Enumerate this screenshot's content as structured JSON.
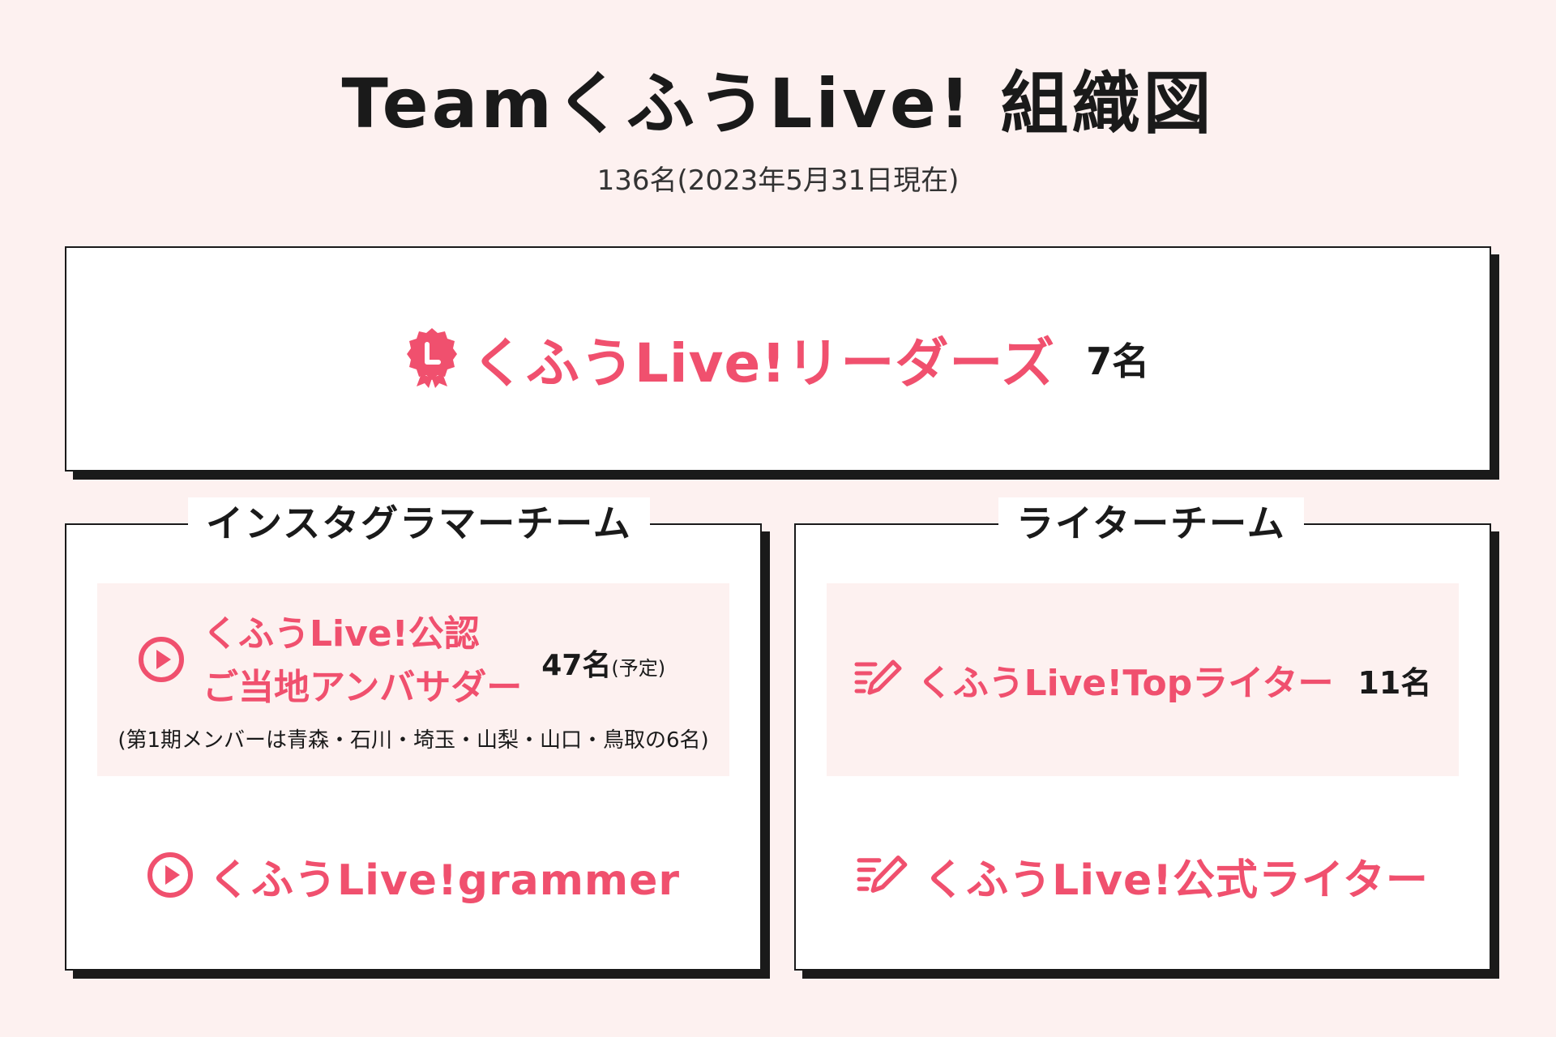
{
  "title": "TeamくふうLive! 組織図",
  "subtitle": "136名(2023年5月31日現在)",
  "leaders": {
    "icon": "ribbon-badge-icon",
    "label": "くふうLive!リーダーズ",
    "count": "7名"
  },
  "instagram_team": {
    "heading": "インスタグラマーチーム",
    "ambassador": {
      "icon": "play-circle-icon",
      "label_line1": "くふうLive!公認",
      "label_line2": "ご当地アンバサダー",
      "count": "47名",
      "count_note": "(予定)",
      "note": "(第1期メンバーは青森・石川・埼玉・山梨・山口・鳥取の6名)"
    },
    "grammer": {
      "icon": "play-circle-icon",
      "label": "くふうLive!grammer"
    }
  },
  "writer_team": {
    "heading": "ライターチーム",
    "top_writer": {
      "icon": "pen-writing-icon",
      "label": "くふうLive!Topライター",
      "count": "11名"
    },
    "official_writer": {
      "icon": "pen-writing-icon",
      "label": "くふうLive!公式ライター"
    }
  },
  "colors": {
    "accent": "#f0506e",
    "background": "#fdf1f0",
    "text": "#1a1a1a"
  }
}
